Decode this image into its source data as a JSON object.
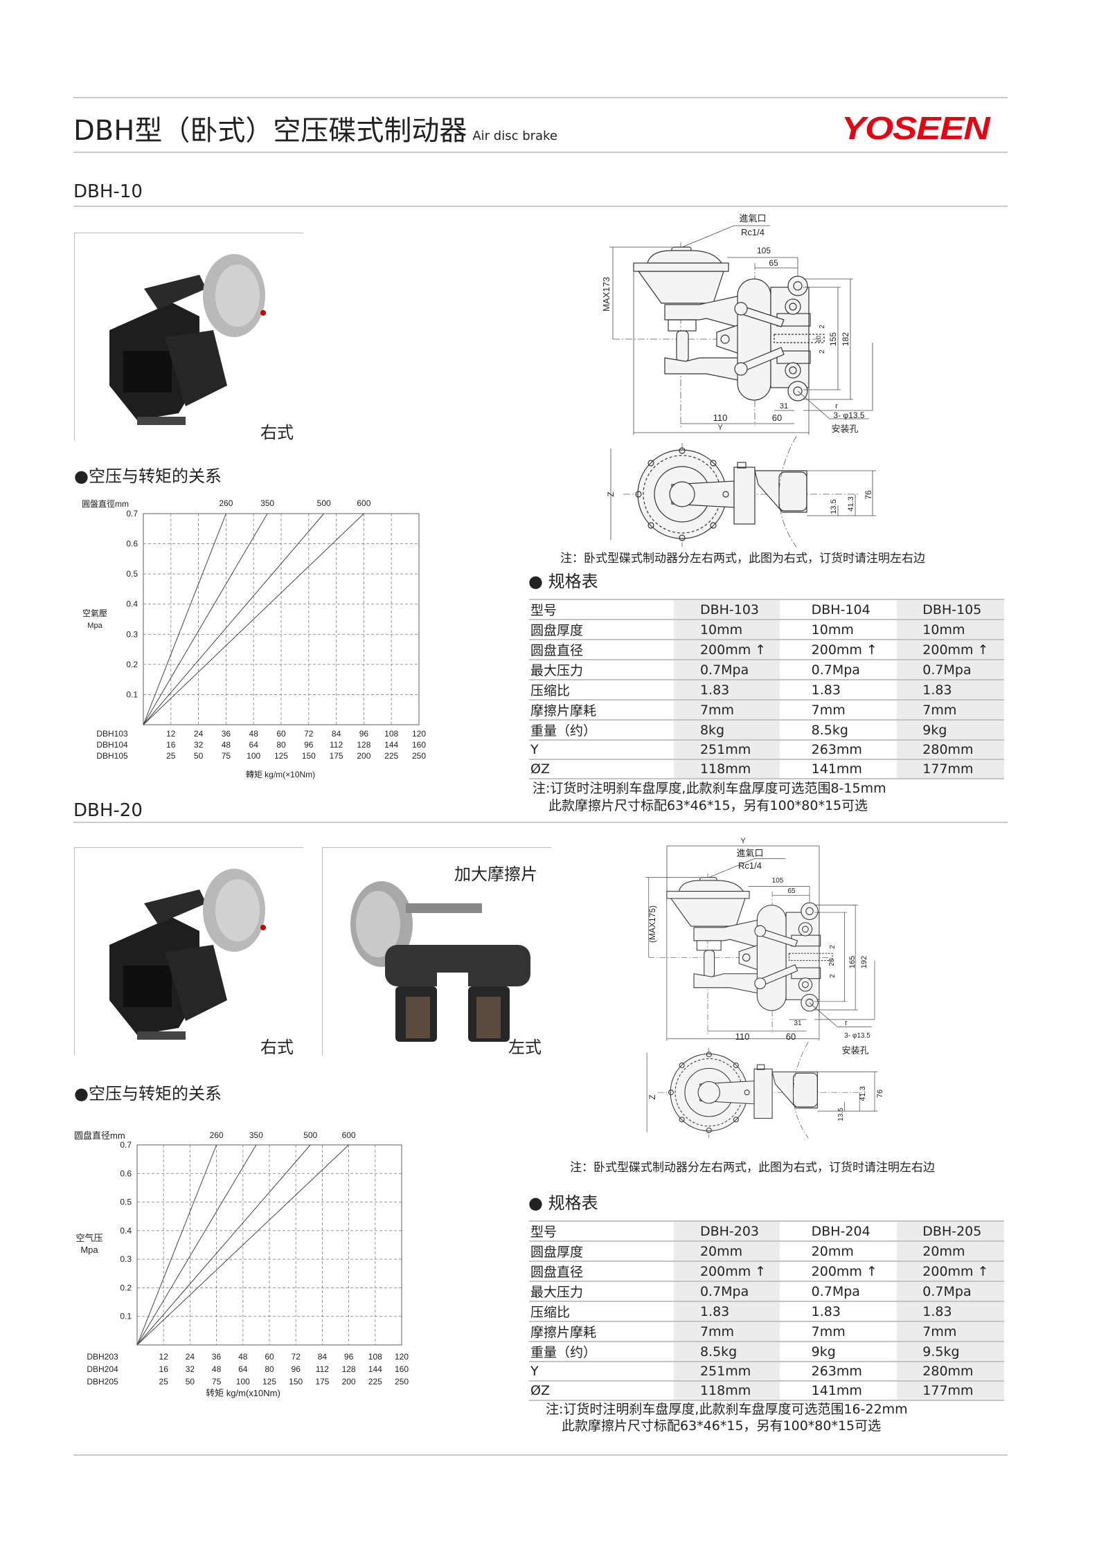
{
  "header": {
    "title": "DBH型（卧式）空压碟式制动器",
    "subtitle": "Air disc brake",
    "logo": "YOSEEN",
    "brand_color": "#e60012"
  },
  "sections": [
    {
      "name": "DBH-10",
      "photos": [
        {
          "label": "右式"
        }
      ],
      "chart_title": "●空压与转矩的关系",
      "drawing": {
        "inlet": "進氣口",
        "inlet_spec": "Rc1/4",
        "d105": "105",
        "d65": "65",
        "max": "MAX173",
        "d155": "155",
        "d182": "182",
        "gap_top": "2",
        "disc": "10",
        "gap_bottom": "2",
        "d31": "31",
        "r": "r",
        "d110": "110",
        "d60": "60",
        "y": "Y",
        "holes": "3- φ13.5",
        "holes_label": "安装孔",
        "z": "Z",
        "d76": "76",
        "d41": "41.3",
        "d13": "13.5"
      },
      "drawing_note": "注：卧式型碟式制动器分左右两式，此图为右式，订货时请注明左右边",
      "spec_title": "● 规格表",
      "spec_table": {
        "headers": [
          "型号",
          "DBH-103",
          "DBH-104",
          "DBH-105"
        ],
        "rows": [
          [
            "圆盘厚度",
            "10mm",
            "10mm",
            "10mm"
          ],
          [
            "圆盘直径",
            "200mm ↑",
            "200mm ↑",
            "200mm ↑"
          ],
          [
            "最大压力",
            "0.7Mpa",
            "0.7Mpa",
            "0.7Mpa"
          ],
          [
            "压缩比",
            "1.83",
            "1.83",
            "1.83"
          ],
          [
            "摩擦片摩耗",
            "7mm",
            "7mm",
            "7mm"
          ],
          [
            "重量（约）",
            "8kg",
            "8.5kg",
            "9kg"
          ],
          [
            "Y",
            "251mm",
            "263mm",
            "280mm"
          ],
          [
            "ØZ",
            "118mm",
            "141mm",
            "177mm"
          ]
        ]
      },
      "notes": [
        "注:订货时注明刹车盘厚度,此款刹车盘厚度可选范围8-15mm",
        "此款摩擦片尺寸标配63*46*15，另有100*80*15可选"
      ]
    },
    {
      "name": "DBH-20",
      "photos": [
        {
          "label": "右式"
        },
        {
          "label": "左式",
          "caption": "加大摩擦片"
        }
      ],
      "chart_title": "●空压与转矩的关系",
      "drawing": {
        "y_top": "Y",
        "inlet": "進氣口",
        "inlet_spec": "Rc1/4",
        "d105": "105",
        "d65": "65",
        "max": "(MAX175)",
        "gap_top": "2",
        "disc": "20",
        "gap_bottom": "2",
        "d165": "165",
        "d192": "192",
        "d31": "31",
        "r": "r",
        "d110": "110",
        "d60": "60",
        "holes": "3- φ13.5",
        "holes_label": "安装孔",
        "z": "Z",
        "d41": "41.3",
        "d76": "76",
        "d13": "13.5"
      },
      "drawing_note": "注：卧式型碟式制动器分左右两式，此图为右式，订货时请注明左右边",
      "spec_title": "● 规格表",
      "spec_table": {
        "headers": [
          "型号",
          "DBH-203",
          "DBH-204",
          "DBH-205"
        ],
        "rows": [
          [
            "圆盘厚度",
            "20mm",
            "20mm",
            "20mm"
          ],
          [
            "圆盘直径",
            "200mm ↑",
            "200mm ↑",
            "200mm ↑"
          ],
          [
            "最大压力",
            "0.7Mpa",
            "0.7Mpa",
            "0.7Mpa"
          ],
          [
            "压缩比",
            "1.83",
            "1.83",
            "1.83"
          ],
          [
            "摩擦片摩耗",
            "7mm",
            "7mm",
            "7mm"
          ],
          [
            "重量（约）",
            "8.5kg",
            "9kg",
            "9.5kg"
          ],
          [
            "Y",
            "251mm",
            "263mm",
            "280mm"
          ],
          [
            "ØZ",
            "118mm",
            "141mm",
            "177mm"
          ]
        ]
      },
      "notes": [
        "注:订货时注明刹车盘厚度,此款刹车盘厚度可选范围16-22mm",
        "此款摩擦片尺寸标配63*46*15，另有100*80*15可选"
      ]
    }
  ],
  "chart_data": [
    {
      "type": "line",
      "title": "空压与转矩的关系",
      "series_label": "圓盤直徑mm",
      "ylabel": "空氣壓",
      "yunit": "Mpa",
      "xlabel": "轉矩  kg/m(×10Nm)",
      "ylim": [
        0,
        0.7
      ],
      "yticks": [
        0.1,
        0.2,
        0.3,
        0.4,
        0.5,
        0.6,
        0.7
      ],
      "xlim": [
        0,
        120
      ],
      "grid": true,
      "x_axes": [
        {
          "name": "DBH103",
          "ticks": [
            12,
            24,
            36,
            48,
            60,
            72,
            84,
            96,
            108,
            120
          ]
        },
        {
          "name": "DBH104",
          "ticks": [
            16,
            32,
            48,
            64,
            80,
            96,
            112,
            128,
            144,
            160
          ]
        },
        {
          "name": "DBH105",
          "ticks": [
            25,
            50,
            75,
            100,
            125,
            150,
            175,
            200,
            225,
            250
          ]
        }
      ],
      "series": [
        {
          "name": "260",
          "x": [
            0,
            36
          ],
          "y": [
            0,
            0.7
          ]
        },
        {
          "name": "350",
          "x": [
            0,
            54
          ],
          "y": [
            0,
            0.7
          ]
        },
        {
          "name": "500",
          "x": [
            0,
            78.6
          ],
          "y": [
            0,
            0.7
          ]
        },
        {
          "name": "600",
          "x": [
            0,
            96
          ],
          "y": [
            0,
            0.7
          ]
        }
      ]
    },
    {
      "type": "line",
      "title": "空压与转矩的关系",
      "series_label": "圆盘直径mm",
      "ylabel": "空气压",
      "yunit": "Mpa",
      "xlabel": "转矩  kg/m(x10Nm)",
      "ylim": [
        0,
        0.7
      ],
      "yticks": [
        0.1,
        0.2,
        0.3,
        0.4,
        0.5,
        0.6,
        0.7
      ],
      "xlim": [
        0,
        120
      ],
      "grid": true,
      "x_axes": [
        {
          "name": "DBH203",
          "ticks": [
            12,
            24,
            36,
            48,
            60,
            72,
            84,
            96,
            108,
            120
          ]
        },
        {
          "name": "DBH204",
          "ticks": [
            16,
            32,
            48,
            64,
            80,
            96,
            112,
            128,
            144,
            160
          ]
        },
        {
          "name": "DBH205",
          "ticks": [
            25,
            50,
            75,
            100,
            125,
            150,
            175,
            200,
            225,
            250
          ]
        }
      ],
      "series": [
        {
          "name": "260",
          "x": [
            0,
            36
          ],
          "y": [
            0,
            0.7
          ]
        },
        {
          "name": "350",
          "x": [
            0,
            54
          ],
          "y": [
            0,
            0.7
          ]
        },
        {
          "name": "500",
          "x": [
            0,
            78.6
          ],
          "y": [
            0,
            0.7
          ]
        },
        {
          "name": "600",
          "x": [
            0,
            96
          ],
          "y": [
            0,
            0.7
          ]
        }
      ]
    }
  ]
}
